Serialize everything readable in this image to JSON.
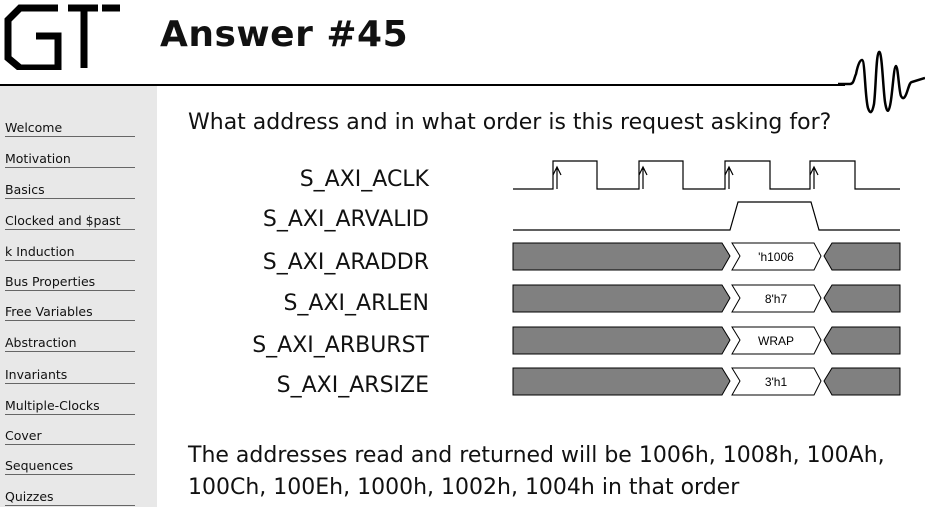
{
  "header": {
    "title": "Answer #45",
    "logo_text": "GT"
  },
  "sidebar": {
    "items": [
      {
        "label": "Welcome"
      },
      {
        "label": "Motivation"
      },
      {
        "label": "Basics"
      },
      {
        "label": "Clocked and $past"
      },
      {
        "label": "k Induction"
      },
      {
        "label": "Bus Properties"
      },
      {
        "label": "Free Variables"
      },
      {
        "label": "Abstraction"
      },
      {
        "label": "Invariants"
      },
      {
        "label": "Multiple-Clocks"
      },
      {
        "label": "Cover"
      },
      {
        "label": "Sequences"
      },
      {
        "label": "Quizzes"
      }
    ]
  },
  "main": {
    "question": "What address and in what order is this request asking for?",
    "signals": [
      {
        "name": "S_AXI_ACLK",
        "type": "clock"
      },
      {
        "name": "S_AXI_ARVALID",
        "type": "pulse"
      },
      {
        "name": "S_AXI_ARADDR",
        "type": "bus",
        "value": "'h1006"
      },
      {
        "name": "S_AXI_ARLEN",
        "type": "bus",
        "value": "8'h7"
      },
      {
        "name": "S_AXI_ARBURST",
        "type": "bus",
        "value": "WRAP"
      },
      {
        "name": "S_AXI_ARSIZE",
        "type": "bus",
        "value": "3'h1"
      }
    ],
    "answer_line1": "The addresses read and returned will be 1006h, 1008h, 100Ah,",
    "answer_line2": "100Ch, 100Eh, 1000h, 1002h, 1004h in that order"
  },
  "colors": {
    "bus_fill": "#808080",
    "sidebar_bg": "#e8e8e8",
    "line": "#000000"
  }
}
